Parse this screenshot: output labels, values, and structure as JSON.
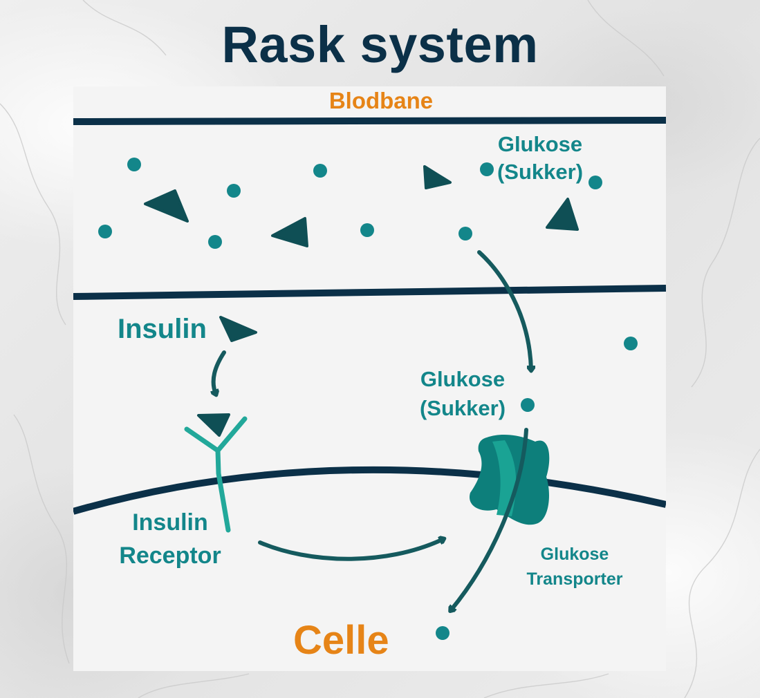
{
  "title": "Rask system",
  "labels": {
    "blodbane": "Blodbane",
    "glukose_top_line1": "Glukose",
    "glukose_top_line2": "(Sukker)",
    "insulin": "Insulin",
    "glukose_mid_line1": "Glukose",
    "glukose_mid_line2": "(Sukker)",
    "insulin_receptor_line1": "Insulin",
    "insulin_receptor_line2": "Receptor",
    "glukose_transporter_line1": "Glukose",
    "glukose_transporter_line2": "Transporter",
    "celle": "Celle"
  },
  "colors": {
    "title": "#0b3048",
    "orange_label": "#e68417",
    "teal_label": "#13868a",
    "glucose_dot": "#13868a",
    "insulin_triangle": "#0f4f55",
    "membrane_line": "#0b3048",
    "transporter_dark": "#0d7f7b",
    "transporter_light": "#1aa394",
    "receptor": "#22a89a",
    "arrow": "#155a5e",
    "panel_bg": "#f4f4f4"
  }
}
